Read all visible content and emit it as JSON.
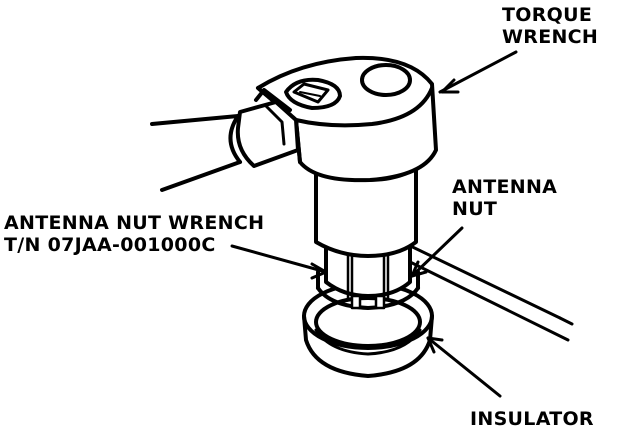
{
  "labels": {
    "torque_wrench": [
      "TORQUE",
      "WRENCH"
    ],
    "antenna_nut": [
      "ANTENNA",
      "NUT"
    ],
    "antenna_nut_wrench": [
      "ANTENNA NUT WRENCH",
      "T/N 07JAA-001000C"
    ],
    "insulator": [
      "INSULATOR"
    ]
  },
  "colors": {
    "ink": "#000000",
    "paper": "#ffffff"
  }
}
